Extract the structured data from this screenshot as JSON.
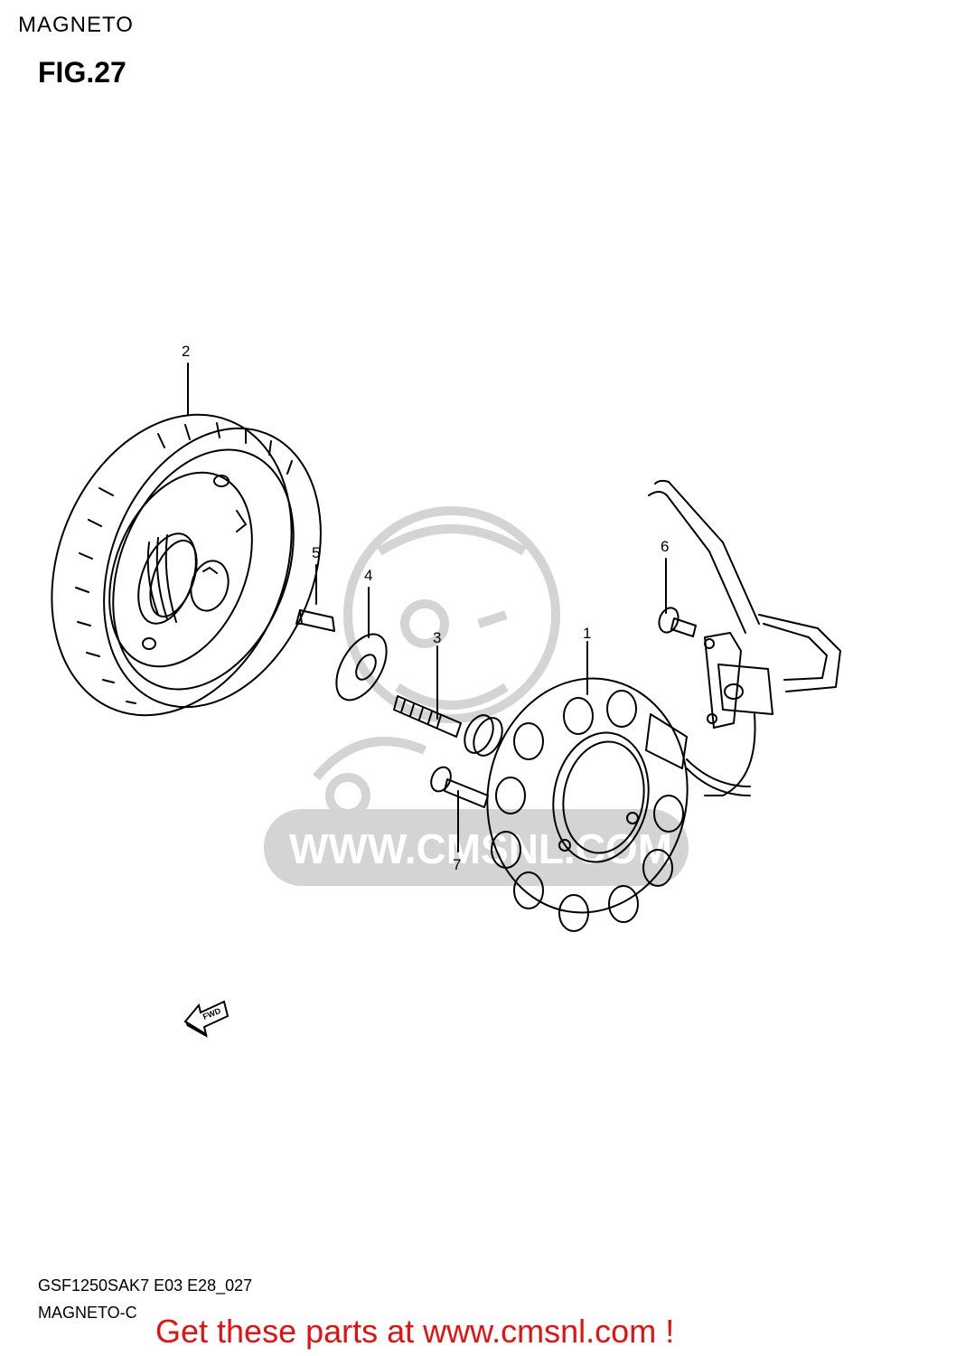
{
  "header": {
    "section_title": "MAGNETO",
    "figure_label": "FIG.27"
  },
  "callouts": {
    "p1": "1",
    "p2": "2",
    "p3": "3",
    "p4": "4",
    "p5": "5",
    "p6": "6",
    "p7": "7"
  },
  "watermark": {
    "text": "WWW.CMSNL.COM"
  },
  "direction_indicator": {
    "label": "FWD"
  },
  "footer": {
    "drawing_code": "GSF1250SAK7 E03 E28_027",
    "drawing_subtitle": "MAGNETO-C",
    "promo_text": "Get these parts at www.cmsnl.com !"
  },
  "colors": {
    "line": "#000000",
    "watermark": "#cfcfcf",
    "promo": "#e51111"
  }
}
